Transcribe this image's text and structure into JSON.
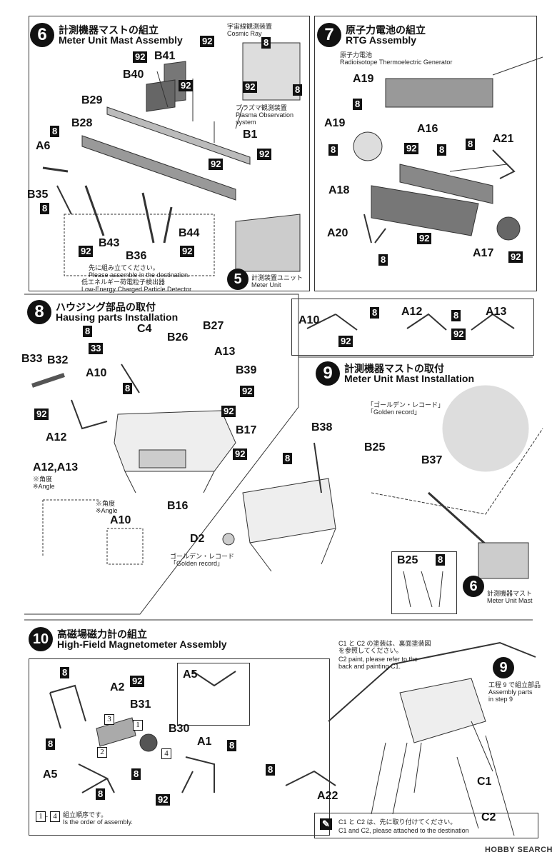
{
  "step6": {
    "num": "6",
    "title_jp": "計測機器マストの組立",
    "title_en": "Meter Unit Mast Assembly",
    "cosmic_jp": "宇宙線観測装置",
    "cosmic_en": "Cosmic Ray",
    "plasma_jp": "プラズマ観測装置",
    "plasma_en_1": "Plasma Observation",
    "plasma_en_2": "system",
    "dest_jp": "先に組み立てください。",
    "dest_en": "Please assemble in the destination.",
    "lecp_jp": "低エネルギー荷電粒子検出器",
    "lecp_en": "Low-Energy Charged Particle Detector",
    "meter_jp": "計測装置ユニット",
    "meter_en": "Meter Unit",
    "ref_num": "5"
  },
  "step7": {
    "num": "7",
    "title_jp": "原子力電池の組立",
    "title_en": "RTG Assembly",
    "sub_jp": "原子力電池",
    "sub_en": "Radioisotope Thermoelectric Generator"
  },
  "step8": {
    "num": "8",
    "title_jp": "ハウジング部品の取付",
    "title_en": "Hausing parts Installation",
    "angle_jp": "※角度",
    "angle_en": "※Angle"
  },
  "step9": {
    "num": "9",
    "title_jp": "計測機器マストの取付",
    "title_en": "Meter Unit Mast Installation",
    "golden_jp": "「ゴールデン・レコード」",
    "golden_en": "「Golden record」",
    "golden2_jp": "ゴールデン・レコード",
    "golden2_en": "「Golden record」",
    "mast_jp": "計測機器マスト",
    "mast_en": "Meter Unit Mast",
    "ref_num": "6"
  },
  "step10": {
    "num": "10",
    "title_jp": "高磁場磁力計の組立",
    "title_en": "High-Field Magnetometer Assembly",
    "paint_1": "C1 と C2 の塗装は、裏面塗装図",
    "paint_2": "を参照してください。",
    "paint_3": "C2 paint, please refer to the",
    "paint_4": "back and painting C1.",
    "step9_ref_num": "9",
    "step9_jp": "工程 9 で組立部品",
    "step9_en_1": "Assembly parts",
    "step9_en_2": "in step 9",
    "order_range_a": "1",
    "order_range_b": "4",
    "order_jp": "組立順序です。",
    "order_en": "Is the order of assembly.",
    "attach_jp": "C1 と C2 は、先に取り付けてください。",
    "attach_en": "C1 and C2, please attached to the destination"
  },
  "parts": {
    "B41": "B41",
    "B40": "B40",
    "B29": "B29",
    "B28": "B28",
    "B1": "B1",
    "A6": "A6",
    "B35": "B35",
    "B43": "B43",
    "B36": "B36",
    "B44": "B44",
    "A19a": "A19",
    "A19b": "A19",
    "A16": "A16",
    "A21": "A21",
    "A18": "A18",
    "A20": "A20",
    "A17": "A17",
    "C4": "C4",
    "B26": "B26",
    "B27": "B27",
    "A13": "A13",
    "B33": "B33",
    "B32": "B32",
    "A10": "A10",
    "B39": "B39",
    "A12": "A12",
    "B17": "B17",
    "B16": "B16",
    "A12A13": "A12,A13",
    "A10b": "A10",
    "A10c": "A10",
    "A12b": "A12",
    "A13b": "A13",
    "B38": "B38",
    "B25": "B25",
    "B37": "B37",
    "D2": "D2",
    "B25b": "B25",
    "A5": "A5",
    "A2": "A2",
    "B31": "B31",
    "B30": "B30",
    "A1": "A1",
    "A5b": "A5",
    "A22": "A22",
    "C1": "C1",
    "C2": "C2"
  },
  "colors": {
    "8": "8",
    "92": "92",
    "33": "33"
  },
  "order_marks": [
    "1",
    "2",
    "3",
    "4"
  ],
  "watermark": "HOBBY SEARCH"
}
